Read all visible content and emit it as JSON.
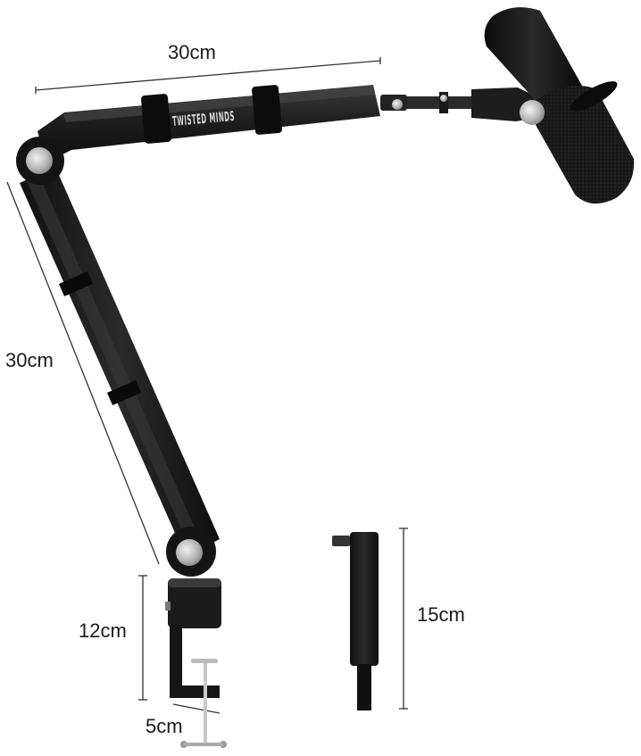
{
  "product": {
    "brand_text": "TWISTED MINDS"
  },
  "dimensions": {
    "upper_arm": "30cm",
    "lower_arm": "30cm",
    "clamp_height": "12cm",
    "clamp_depth": "5cm",
    "riser_height": "15cm"
  },
  "colors": {
    "arm": "#1c1c1c",
    "arm_highlight": "#3a3a3a",
    "joint_metal": "#b9b9b9",
    "background": "#ffffff",
    "dimension_line": "#333333"
  }
}
